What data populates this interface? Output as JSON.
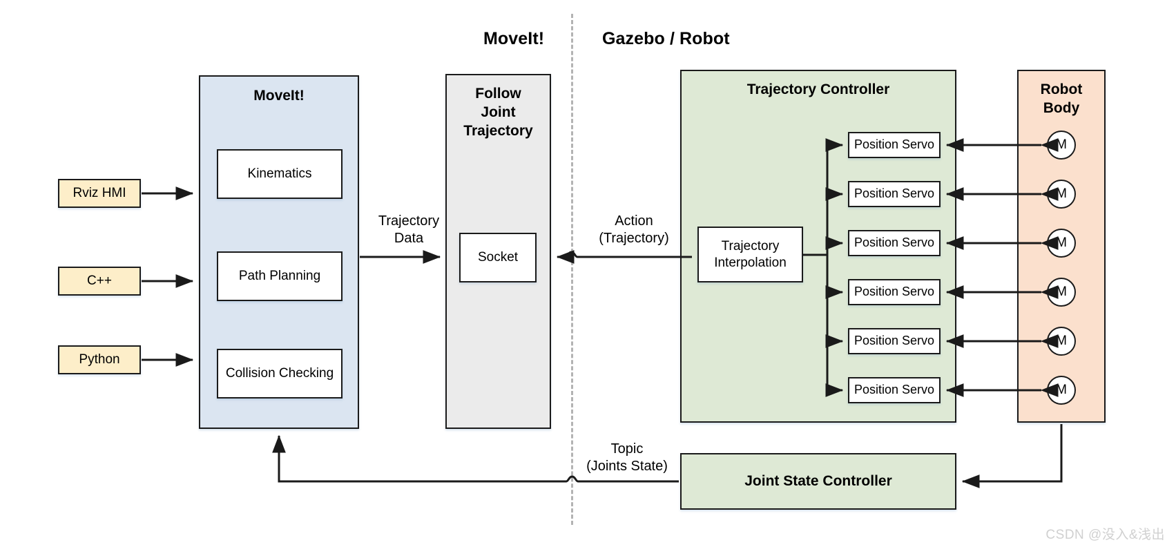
{
  "diagram": {
    "title": "MoveIt! / Gazebo Robot control architecture",
    "sections": [
      {
        "id": "moveit",
        "label": "MoveIt!"
      },
      {
        "id": "gazebo",
        "label": "Gazebo / Robot"
      }
    ],
    "colors": {
      "moveit_panel": "#dbe5f1",
      "follow_panel": "#ebebeb",
      "controller_panel": "#dee9d5",
      "robot_panel": "#fbe0cd",
      "input_box": "#fdeec9",
      "stroke": "#1a1a1a",
      "divider": "#b3b3b3",
      "watermark": "#d0d0d0"
    },
    "inputs": [
      {
        "label": "Rviz HMI"
      },
      {
        "label": "C++"
      },
      {
        "label": "Python"
      }
    ],
    "moveit_panel": {
      "title": "MoveIt!",
      "modules": [
        {
          "label": "Kinematics"
        },
        {
          "label": "Path Planning"
        },
        {
          "label": "Collision Checking"
        }
      ]
    },
    "follow_panel": {
      "title": "Follow\nJoint\nTrajectory",
      "title_lines": [
        "Follow",
        "Joint",
        "Trajectory"
      ],
      "modules": [
        {
          "label": "Socket"
        }
      ]
    },
    "trajectory_controller": {
      "title": "Trajectory Controller",
      "interpolation": {
        "label": "Trajectory\nInterpolation",
        "lines": [
          "Trajectory",
          "Interpolation"
        ]
      },
      "servos": [
        {
          "label": "Position Servo"
        },
        {
          "label": "Position Servo"
        },
        {
          "label": "Position Servo"
        },
        {
          "label": "Position Servo"
        },
        {
          "label": "Position Servo"
        },
        {
          "label": "Position Servo"
        }
      ]
    },
    "robot_body": {
      "title": "Robot\nBody",
      "title_lines": [
        "Robot",
        "Body"
      ],
      "motors": [
        {
          "label": "M"
        },
        {
          "label": "M"
        },
        {
          "label": "M"
        },
        {
          "label": "M"
        },
        {
          "label": "M"
        },
        {
          "label": "M"
        }
      ]
    },
    "joint_state_controller": {
      "label": "Joint State Controller"
    },
    "edge_labels": [
      {
        "id": "trajectory-data",
        "lines": [
          "Trajectory",
          "Data"
        ]
      },
      {
        "id": "action-trajectory",
        "lines": [
          "Action",
          "(Trajectory)"
        ]
      },
      {
        "id": "topic-joints-state",
        "lines": [
          "Topic",
          "(Joints State)"
        ]
      }
    ],
    "watermark": "CSDN @没入&浅出"
  }
}
